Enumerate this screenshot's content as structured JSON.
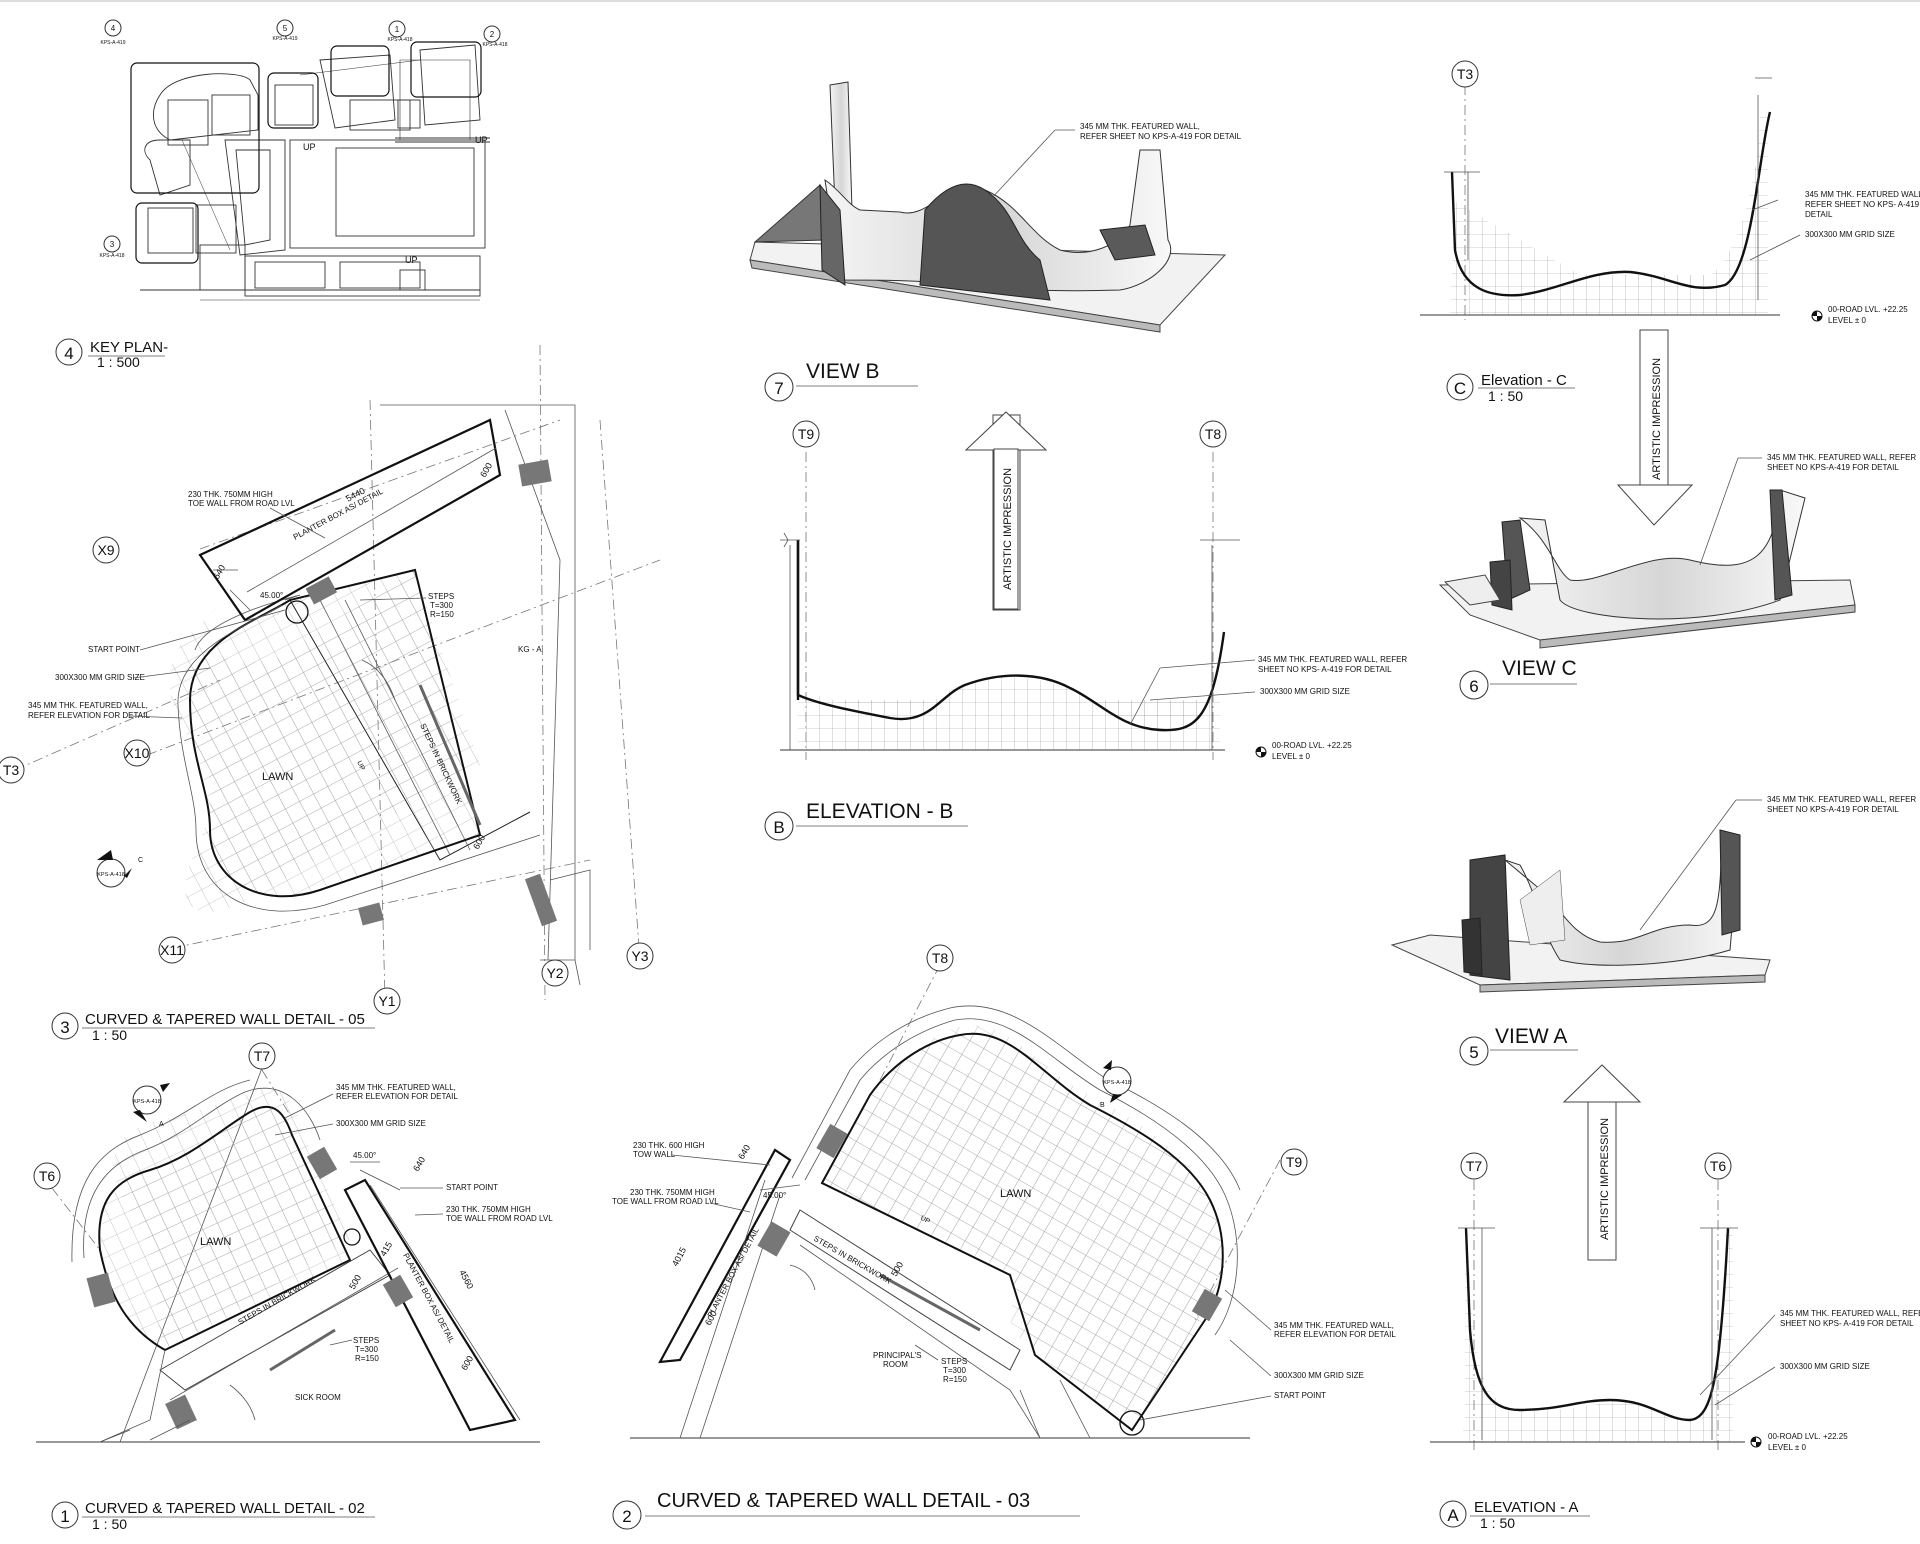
{
  "views": {
    "key_plan": {
      "number": "4",
      "title": "KEY PLAN-",
      "scale": "1 : 500",
      "marks": [
        "KPS-A-419",
        "KPS-A-419",
        "KPS-A-418",
        "KPS-A-418",
        "KPS-A-418"
      ],
      "mark_nums": [
        "4",
        "5",
        "1",
        "2",
        "3"
      ],
      "up": "UP",
      "up2": "UP",
      "up3": "UP"
    },
    "view_b": {
      "number": "7",
      "title": "VIEW B",
      "note": [
        "345 MM THK. FEATURED  WALL,",
        "REFER SHEET NO KPS-A-419 FOR DETAIL"
      ]
    },
    "elev_b": {
      "number": "B",
      "title": "ELEVATION - B",
      "left": "T9",
      "right": "T8",
      "arrow": "ARTISTIC  IMPRESSION",
      "note1": [
        "345 MM THK. FEATURED  WALL, REFER",
        "SHEET NO KPS- A-419 FOR DETAIL"
      ],
      "note2": "300X300 MM GRID SIZE",
      "level": [
        "00-ROAD LVL. +22.25",
        "LEVEL ±    0"
      ]
    },
    "elev_c": {
      "number": "C",
      "title": "Elevation - C",
      "scale": "1 : 50",
      "left": "T3",
      "note1": [
        "345 MM THK. FEATURED  WALL,",
        "REFER SHEET NO KPS- A-419 FOR",
        "DETAIL"
      ],
      "note2": "300X300 MM GRID SIZE",
      "level": [
        "00-ROAD LVL. +22.25",
        "LEVEL ±    0"
      ],
      "arrow": "ARTISTIC  IMPRESSION"
    },
    "view_c": {
      "number": "6",
      "title": "VIEW C",
      "note": [
        "345 MM THK. FEATURED  WALL, REFER",
        "SHEET NO KPS-A-419 FOR DETAIL"
      ]
    },
    "view_a": {
      "number": "5",
      "title": "VIEW A",
      "note": [
        "345 MM THK. FEATURED  WALL, REFER",
        "SHEET NO KPS-A-419 FOR DETAIL"
      ],
      "arrow": "ARTISTIC  IMPRESSION"
    },
    "elev_a": {
      "number": "A",
      "title": "ELEVATION  - A",
      "scale": "1 : 50",
      "left": "T7",
      "right": "T6",
      "note1": [
        "345 MM THK. FEATURED  WALL, REFER",
        "SHEET NO KPS- A-419 FOR DETAIL"
      ],
      "note2": "300X300 MM GRID SIZE",
      "level": [
        "00-ROAD LVL. +22.25",
        "LEVEL ±    0"
      ]
    },
    "detail_05": {
      "number": "3",
      "title": "CURVED & TAPERED WALL DETAIL - 05",
      "scale": "1 : 50",
      "grids": [
        "X9",
        "X10",
        "X11",
        "Y1",
        "Y2",
        "Y3",
        "T3"
      ],
      "lawn": "LAWN",
      "up": "UP",
      "kg": "KG - A",
      "planter": "PLANTER BOX AS/ DETAIL",
      "steps_label": "STEPS IN BRICKWORK",
      "steps": [
        "STEPS",
        "T=300",
        "R=150"
      ],
      "dims": [
        "5440",
        "640",
        "600",
        "600"
      ],
      "angle": "45.00°",
      "notes": [
        "230 THK. 750MM HIGH",
        "TOE WALL FROM ROAD LVL",
        "START POINT",
        "300X300 MM GRID SIZE",
        "345 MM THK. FEATURED  WALL,",
        "REFER ELEVATION  FOR DETAIL"
      ],
      "section": [
        "KPS-A-418",
        "C"
      ]
    },
    "detail_02": {
      "number": "1",
      "title": "CURVED & TAPERED WALL DETAIL - 02",
      "scale": "1 : 50",
      "grids": [
        "T7",
        "T6"
      ],
      "lawn": "LAWN",
      "room": "SICK ROOM",
      "planter": "PLANTER BOX AS/ DETAIL",
      "steps_label": "STEPS IN BRICKWORK",
      "steps": [
        "STEPS",
        "T=300",
        "R=150"
      ],
      "dims": [
        "415",
        "4560",
        "640",
        "600",
        "500"
      ],
      "angle": "45.00°",
      "notes": [
        "345 MM THK. FEATURED  WALL,",
        "REFER ELEVATION  FOR DETAIL",
        "300X300 MM GRID SIZE",
        "START POINT",
        "230 THK. 750MM HIGH",
        "TOE WALL FROM ROAD LVL"
      ],
      "section": [
        "KPS-A-418",
        "A"
      ]
    },
    "detail_03": {
      "number": "2",
      "title": "CURVED & TAPERED WALL DETAIL - 03",
      "grids": [
        "T8",
        "T9"
      ],
      "lawn": "LAWN",
      "up": "UP",
      "room": [
        "PRINCIPAL'S",
        "ROOM"
      ],
      "planter": "PLANTER BOX AS/ DETAIL",
      "steps_label": "STEPS IN BRICKWORK",
      "steps": [
        "STEPS",
        "T=300",
        "R=150"
      ],
      "dims": [
        "640",
        "4015",
        "600",
        "500"
      ],
      "angle": "45.00°",
      "notes": [
        "230 THK. 600 HIGH",
        "TOW WALL",
        "230 THK. 750MM HIGH",
        "TOE WALL FROM ROAD LVL",
        "345 MM THK. FEATURED  WALL,",
        "REFER ELEVATION  FOR DETAIL",
        "300X300 MM GRID SIZE",
        "START POINT"
      ],
      "section": [
        "KPS-A-418",
        "B"
      ]
    }
  }
}
